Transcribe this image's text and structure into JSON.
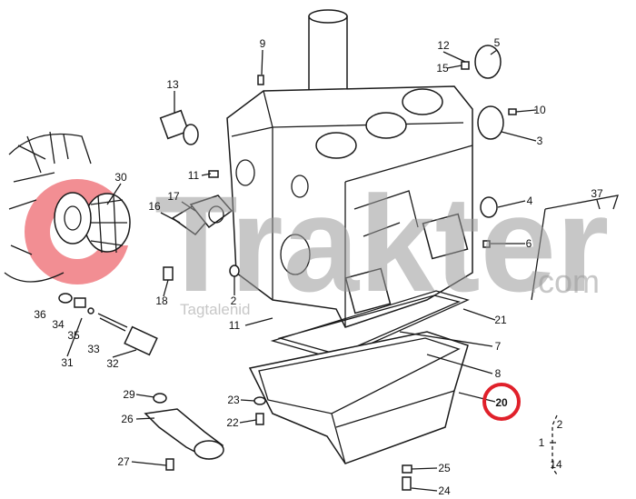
{
  "diagram": {
    "title": "Cylinder block and oil pan exploded view",
    "callouts": [
      "9",
      "12",
      "5",
      "15",
      "13",
      "10",
      "3",
      "11",
      "30",
      "37",
      "4",
      "17",
      "16",
      "6",
      "18",
      "2",
      "36",
      "34",
      "11",
      "21",
      "35",
      "33",
      "7",
      "31",
      "32",
      "8",
      "29",
      "23",
      "20",
      "26",
      "22",
      "2",
      "1",
      "14",
      "25",
      "27",
      "24"
    ],
    "highlighted_callout": "20",
    "highlight_color": "#e0202a"
  },
  "watermark": {
    "brand": "Trakter",
    "domain": ".com",
    "tagline": "Tagtalenid",
    "logo_color": "#e8323c"
  }
}
